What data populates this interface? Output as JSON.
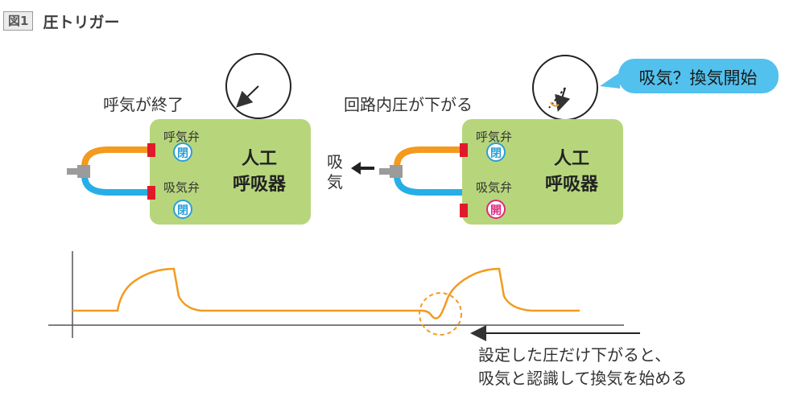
{
  "figure": {
    "badge": "図1",
    "title": "圧トリガー"
  },
  "left_panel": {
    "caption": "呼気が終了",
    "ventilator_label_line1": "人工",
    "ventilator_label_line2": "呼吸器",
    "valve_top_label": "呼気弁",
    "valve_bottom_label": "吸気弁",
    "valve_top_state": "閉",
    "valve_bottom_state": "閉"
  },
  "right_panel": {
    "caption": "回路内圧が下がる",
    "ventilator_label_line1": "人工",
    "ventilator_label_line2": "呼吸器",
    "valve_top_label": "呼気弁",
    "valve_bottom_label": "吸気弁",
    "valve_top_state": "閉",
    "valve_bottom_state": "開",
    "speech_bubble": "吸気？換気開始",
    "inhale_char1": "吸",
    "inhale_char2": "気"
  },
  "waveform_note": {
    "line1": "設定した圧だけ下がると、",
    "line2": "吸気と認識して換気を始める"
  },
  "colors": {
    "machine_fill": "#b7d67c",
    "orange": "#f39a1f",
    "blue": "#27aee6",
    "gray_connector": "#9b9b9b",
    "valve_red": "#e11a2b",
    "closed_valve": "#2a9fd6",
    "open_valve": "#e0287f",
    "bubble": "#52c1ee"
  }
}
